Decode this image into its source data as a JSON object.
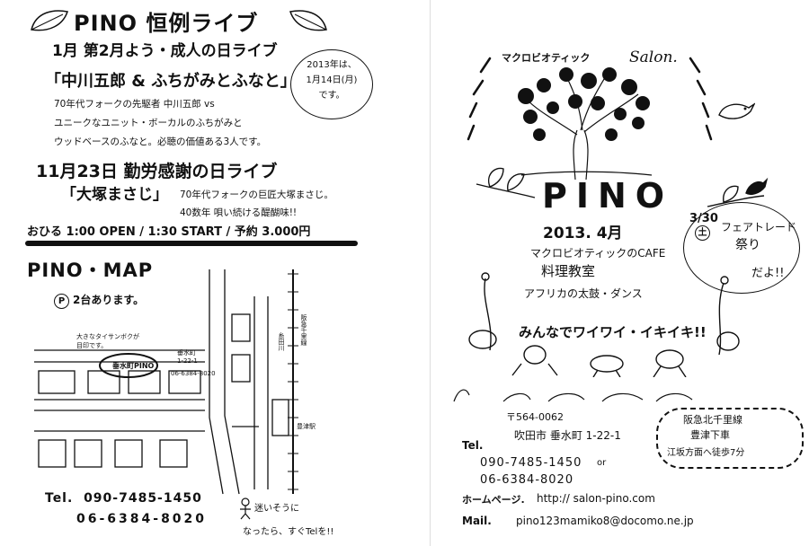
{
  "left": {
    "title": "PINO 恒例ライブ",
    "live1_date": "1月 第2月よう・成人の日ライブ",
    "live1_performers": "「中川五郎 & ふちがみとふなと」",
    "live1_note": [
      "2013年は、",
      "1月14日(月)",
      "です。"
    ],
    "live1_desc": [
      "70年代フォークの先駆者 中川五郎 vs",
      "ユニークなユニット・ボーカルのふちがみと",
      "ウッドベースのふなと。必聴の価値ある3人です。"
    ],
    "live2_date": "11月23日 勤労感謝の日ライブ",
    "live2_performer": "「大塚まさじ」",
    "live2_desc": [
      "70年代フォークの巨匠大塚まさじ。",
      "40数年 唄い続ける醍醐味!!"
    ],
    "schedule": "おひる 1:00 OPEN / 1:30 START / 予約 3.000円",
    "map_title": "PINO・MAP",
    "parking_icon": "P",
    "parking": "2台あります。",
    "tel_label": "Tel.",
    "tel1": "090-7485-1450",
    "tel2": "06-6384-8020",
    "lost_note": [
      "迷いそうに",
      "なったら、すぐTelを!!"
    ]
  },
  "map": {
    "landmark": [
      "大きなタイサンボクが",
      "目印です。"
    ],
    "pino_label": "垂水町PINO",
    "pino_addr": [
      "垂水町",
      "1-22-1"
    ],
    "pino_tel": "06-6384-8020",
    "station": "豊津駅",
    "railway": "阪急千里線",
    "river": "糸田川"
  },
  "right": {
    "subtitle": "マクロビオティック",
    "salon": "Salon.",
    "logo": "PINO",
    "month": "2013. 4月",
    "cafe": "マクロビオティックのCAFE",
    "cooking": "料理教室",
    "drum": "アフリカの太鼓・ダンス",
    "fun": "みんなでワイワイ・イキイキ!!",
    "fair_date": "3/30",
    "fair_day": "土",
    "fair_line1": "フェアトレード",
    "fair_line2": "祭り",
    "fair_line3": "だよ!!",
    "zip": "〒564-0062",
    "address": "吹田市 垂水町 1-22-1",
    "tel_label": "Tel.",
    "tel1": "090-7485-1450",
    "tel_or": "or",
    "tel2": "06-6384-8020",
    "hp_label": "ホームページ.",
    "hp_url": "http:// salon-pino.com",
    "mail_label": "Mail.",
    "mail_addr": "pino123mamiko8@docomo.ne.jp",
    "access": [
      "阪急北千里線",
      "豊津下車",
      "江坂方面へ徒歩7分"
    ]
  }
}
